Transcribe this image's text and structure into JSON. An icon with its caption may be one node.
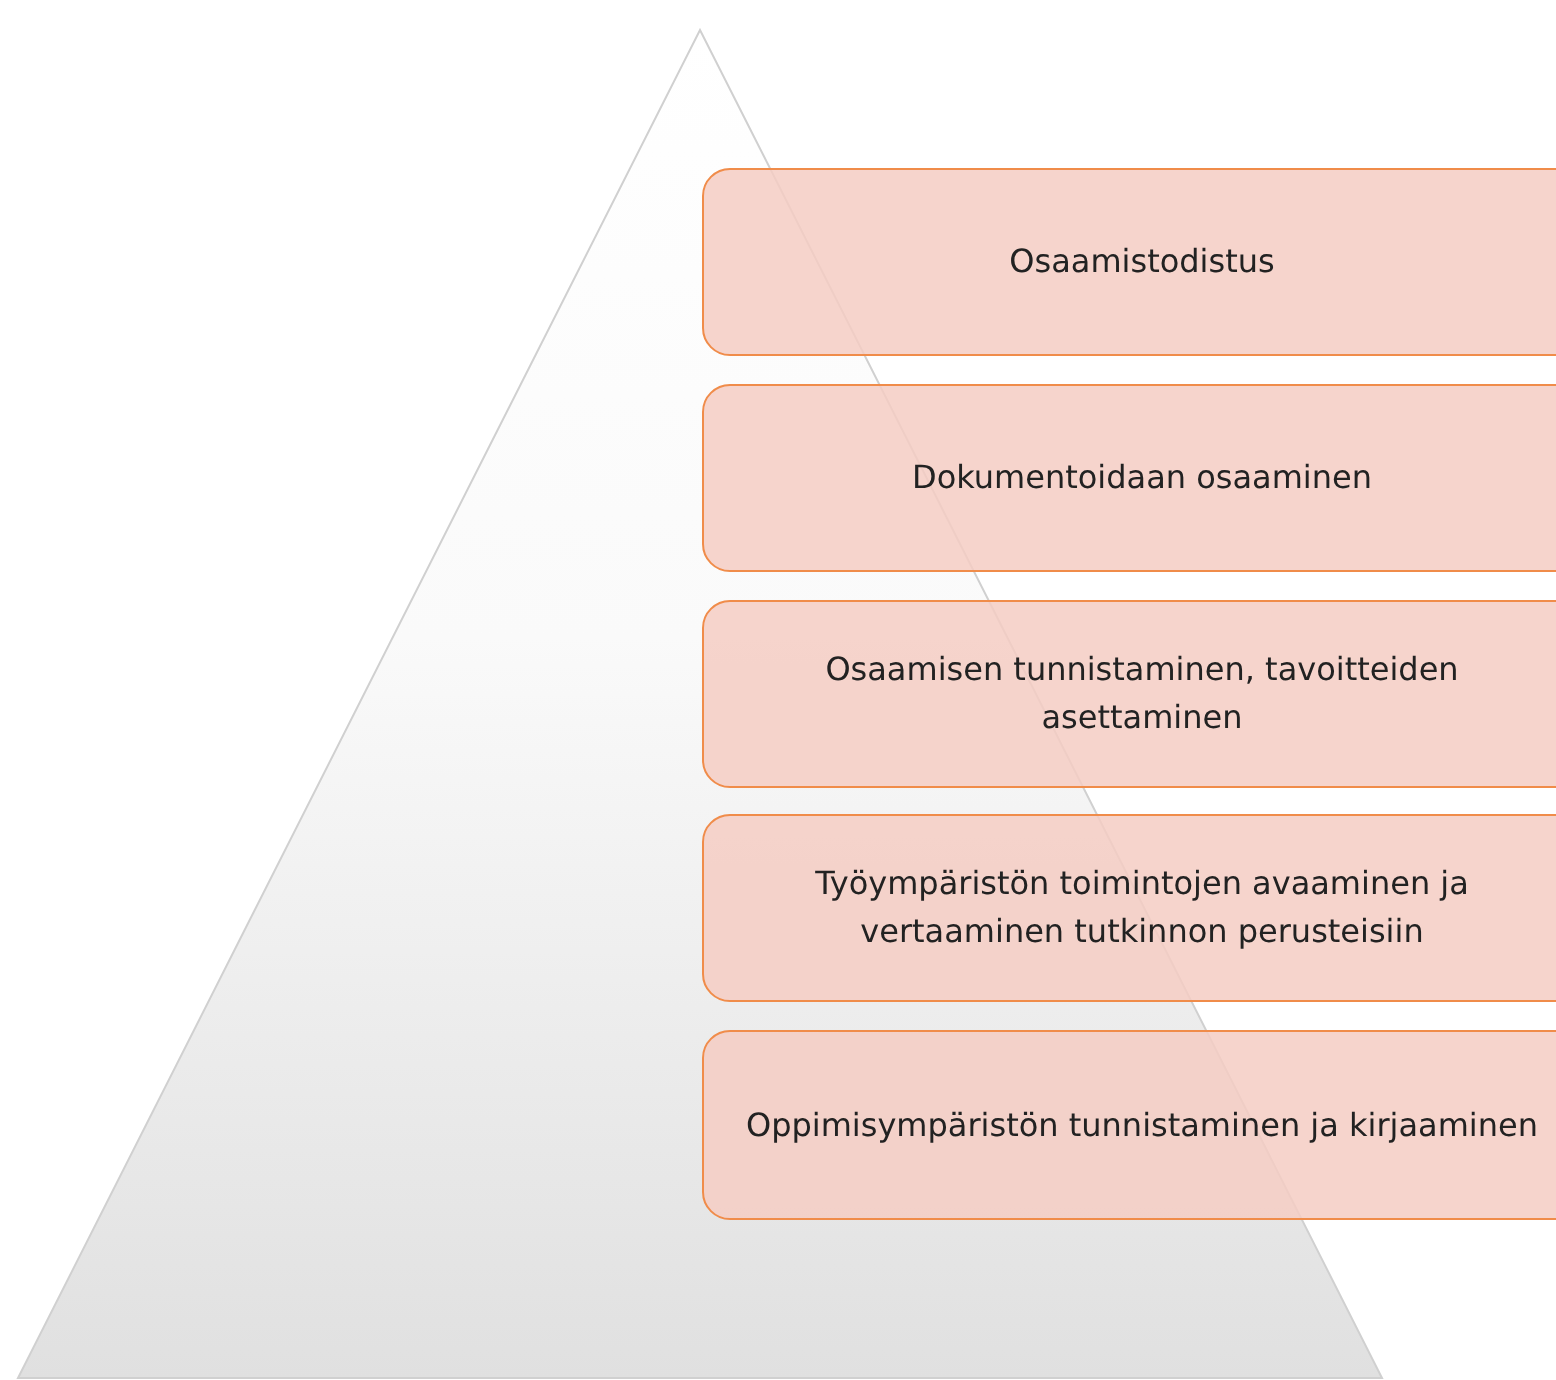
{
  "diagram": {
    "nodes": [
      {
        "text": [],
        "shape": "triangle"
      },
      {
        "text": [
          "Osaamistodistus"
        ]
      },
      {
        "text": [
          "Dokumentoidaan osaaminen"
        ]
      },
      {
        "text": [
          "Osaamisen tunnistaminen, tavoitteiden asettaminen"
        ]
      },
      {
        "text": [
          "Työympäristön toimintojen avaaminen ja vertaaminen tutkinnon perusteisiin"
        ]
      },
      {
        "text": [
          "Oppimisympäristön tunnistaminen ja kirjaaminen"
        ]
      }
    ],
    "edges": []
  }
}
